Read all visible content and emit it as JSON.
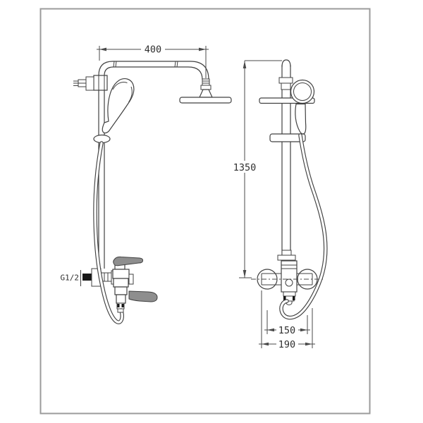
{
  "drawing": {
    "type": "technical-diagram",
    "subject": "shower-column-faucet-two-view-drawing",
    "dimensions": {
      "top_width": "400",
      "column_height": "1350",
      "valve_center_spacing": "150",
      "valve_overall_width": "190"
    },
    "labels": {
      "inlet_thread": "G1/2"
    },
    "colors": {
      "line": "#414141",
      "dimension_line": "#4a4a4a",
      "gray_fill": "#8e8e8e",
      "black_fill": "#161616",
      "border": "#9b9b9b",
      "background": "#ffffff"
    }
  }
}
